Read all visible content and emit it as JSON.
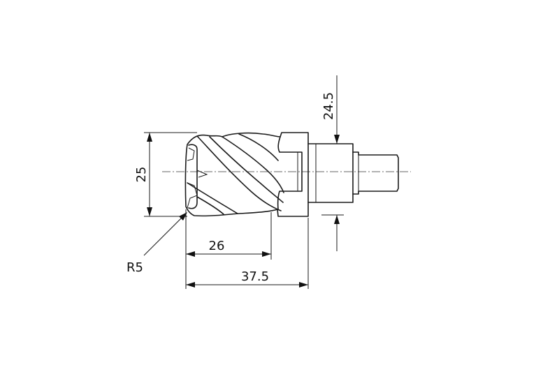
{
  "dimensions": {
    "shank_diameter": "24.5",
    "cutter_diameter": "25",
    "corner_radius": "R5",
    "flute_length": "26",
    "head_length": "37.5"
  },
  "colors": {
    "line": "#1a1a1a",
    "background": "#ffffff"
  }
}
